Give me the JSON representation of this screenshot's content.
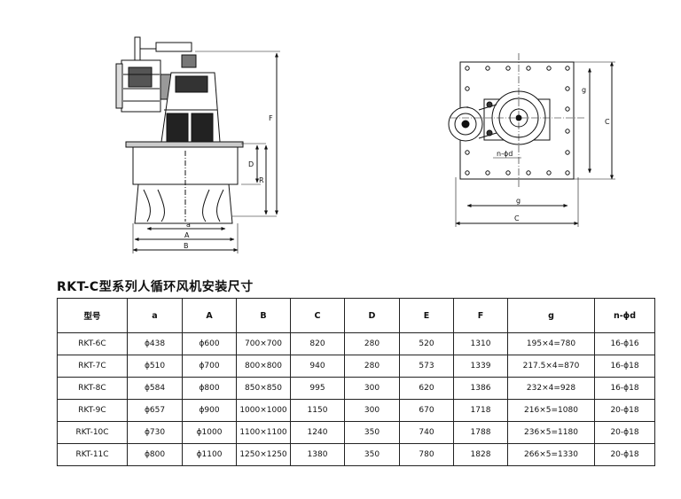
{
  "title": "RKT-C型系列人循环风机安装尺寸",
  "drawing": {
    "side_view_labels": {
      "A": "A",
      "B": "B",
      "a": "a",
      "D": "D",
      "R": "R",
      "F": "F"
    },
    "top_view_labels": {
      "C_bottom": "C",
      "C_right": "C",
      "g_bottom": "g",
      "g_right": "g",
      "n_phi_d": "n-ϕd"
    }
  },
  "table": {
    "headers": [
      "型号",
      "a",
      "A",
      "B",
      "C",
      "D",
      "E",
      "F",
      "g",
      "n-ϕd"
    ],
    "rows": [
      [
        "RKT-6C",
        "ϕ438",
        "ϕ600",
        "700×700",
        "820",
        "280",
        "520",
        "1310",
        "195×4=780",
        "16-ϕ16"
      ],
      [
        "RKT-7C",
        "ϕ510",
        "ϕ700",
        "800×800",
        "940",
        "280",
        "573",
        "1339",
        "217.5×4=870",
        "16-ϕ18"
      ],
      [
        "RKT-8C",
        "ϕ584",
        "ϕ800",
        "850×850",
        "995",
        "300",
        "620",
        "1386",
        "232×4=928",
        "16-ϕ18"
      ],
      [
        "RKT-9C",
        "ϕ657",
        "ϕ900",
        "1000×1000",
        "1150",
        "300",
        "670",
        "1718",
        "216×5=1080",
        "20-ϕ18"
      ],
      [
        "RKT-10C",
        "ϕ730",
        "ϕ1000",
        "1100×1100",
        "1240",
        "350",
        "740",
        "1788",
        "236×5=1180",
        "20-ϕ18"
      ],
      [
        "RKT-11C",
        "ϕ800",
        "ϕ1100",
        "1250×1250",
        "1380",
        "350",
        "780",
        "1828",
        "266×5=1330",
        "20-ϕ18"
      ]
    ]
  }
}
